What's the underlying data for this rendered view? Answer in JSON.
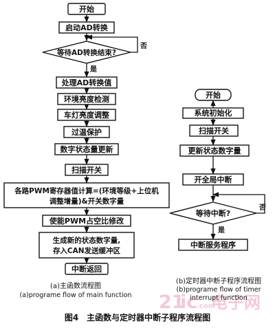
{
  "main_flow": {
    "start": "开始",
    "start_ad": "启动AD转换",
    "wait_ad": "等待AD转换结束?",
    "no": "否",
    "yes": "是",
    "process_ad": "处理AD转换值",
    "env_detect": "环境亮度检测",
    "lamp_adjust": "车灯亮度调整",
    "overheat": "过温保护",
    "update_digit": "数字状态量更新",
    "scan_switch": "扫描开关",
    "pwm_calc_line1": "各路PWM寄存器值计算=(环境等级+上位机",
    "pwm_calc_line2": "调整增量)&开关数字量",
    "enable_pwm": "使能PWM占空比修改",
    "gen_state_line1": "生成新的状态数字量,",
    "gen_state_line2": "存入CAN发送缓冲区",
    "interrupt_return": "中断返回"
  },
  "timer_flow": {
    "start": "开始",
    "sys_init": "系统初始化",
    "scan_switch": "扫描开关",
    "update_state": "更新状态数字量",
    "enable_int": "开全局中断",
    "wait_int": "等待中断?",
    "no": "否",
    "yes": "是",
    "int_service": "中断服务程序"
  },
  "captions": {
    "a_cn": "(a)主函数流程图",
    "a_en": "(a)programe flow of main function",
    "b_cn": "(b)定时器中断子程序流程图",
    "b_en_line1": "(b)programe flow of timer",
    "b_en_line2": "interrupt function",
    "figure": "图4　主函数与定时器中断子程序流程图"
  },
  "watermark": {
    "num": "21",
    "ic": "ic",
    "dotcom": ".com",
    "cn": "电子网"
  },
  "colors": {
    "ink": "#111111",
    "watermark": "#e8a0b0"
  }
}
